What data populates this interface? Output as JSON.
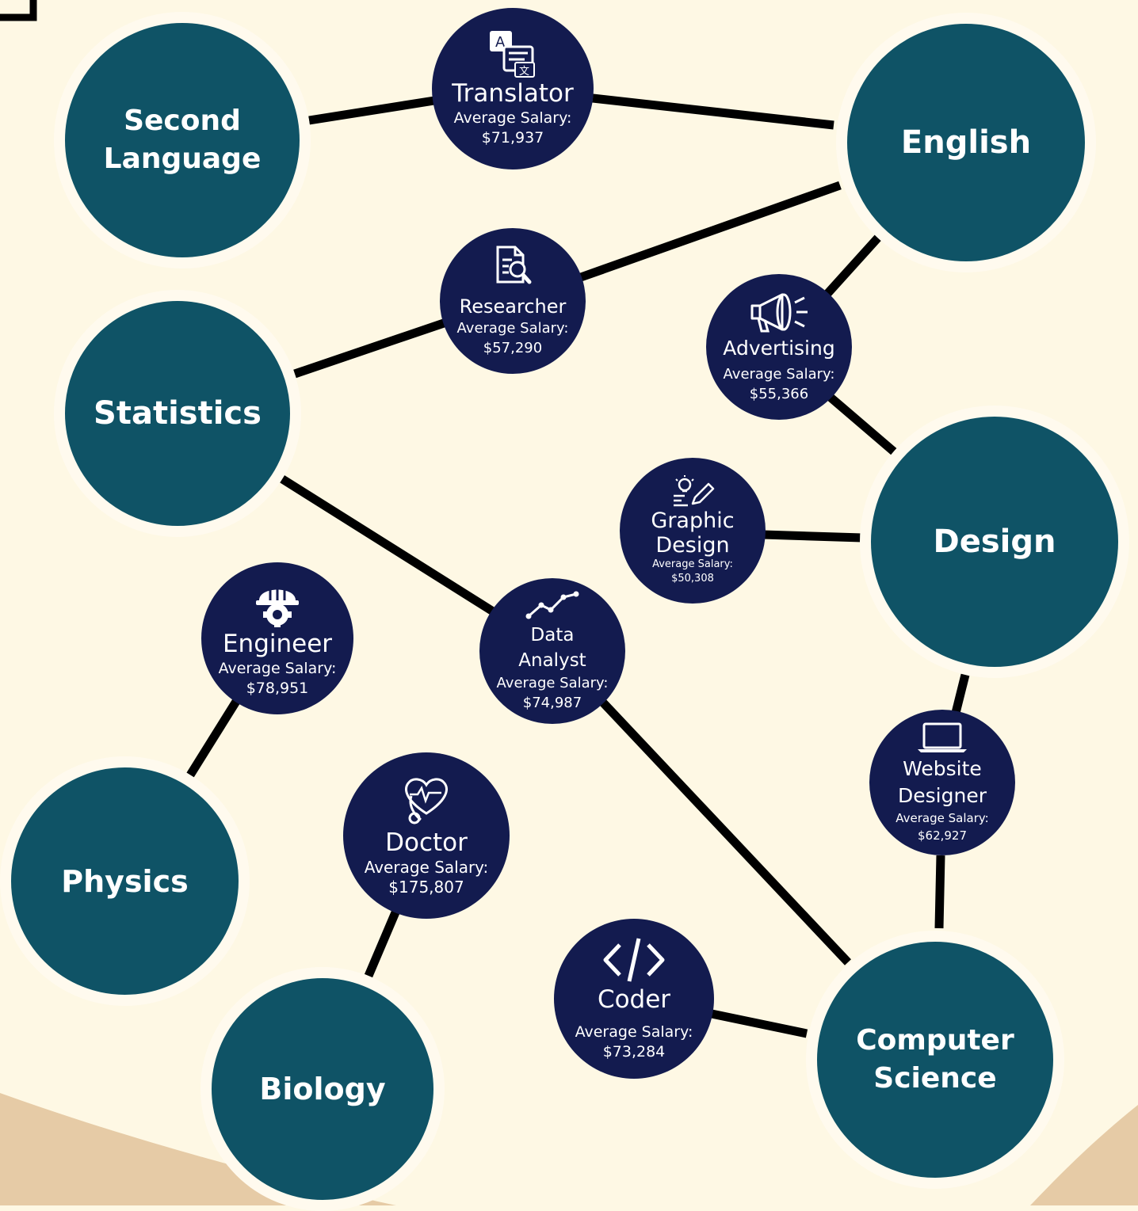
{
  "subjects": {
    "second_language": [
      "Second",
      "Language"
    ],
    "english": [
      "English"
    ],
    "statistics": [
      "Statistics"
    ],
    "design": [
      "Design"
    ],
    "physics": [
      "Physics"
    ],
    "biology": [
      "Biology"
    ],
    "computer_science": [
      "Computer",
      "Science"
    ]
  },
  "careers": {
    "translator": {
      "title": [
        "Translator"
      ],
      "salary_label": "Average Salary:",
      "salary": "$71,937",
      "icon": "translate-icon"
    },
    "researcher": {
      "title": [
        "Researcher"
      ],
      "salary_label": "Average Salary:",
      "salary": "$57,290",
      "icon": "document-search-icon"
    },
    "advertising": {
      "title": [
        "Advertising"
      ],
      "salary_label": "Average Salary:",
      "salary": "$55,366",
      "icon": "megaphone-icon"
    },
    "graphic_design": {
      "title": [
        "Graphic",
        "Design"
      ],
      "salary_label": "Average Salary:",
      "salary": "$50,308",
      "icon": "lightbulb-pencil-icon"
    },
    "engineer": {
      "title": [
        "Engineer"
      ],
      "salary_label": "Average Salary:",
      "salary": "$78,951",
      "icon": "hardhat-gear-icon"
    },
    "data_analyst": {
      "title": [
        "Data",
        "Analyst"
      ],
      "salary_label": "Average Salary:",
      "salary": "$74,987",
      "icon": "line-chart-icon"
    },
    "website_designer": {
      "title": [
        "Website",
        "Designer"
      ],
      "salary_label": "Average Salary:",
      "salary": "$62,927",
      "icon": "laptop-icon"
    },
    "doctor": {
      "title": [
        "Doctor"
      ],
      "salary_label": "Average Salary:",
      "salary": "$175,807",
      "icon": "stethoscope-heart-icon"
    },
    "coder": {
      "title": [
        "Coder"
      ],
      "salary_label": "Average Salary:",
      "salary": "$73,284",
      "icon": "code-brackets-icon"
    }
  },
  "colors": {
    "background": "#fef8e4",
    "subject_fill": "#0f5366",
    "career_fill": "#131b4f",
    "connector": "#000000",
    "bottom_band": "#e6cba6"
  }
}
